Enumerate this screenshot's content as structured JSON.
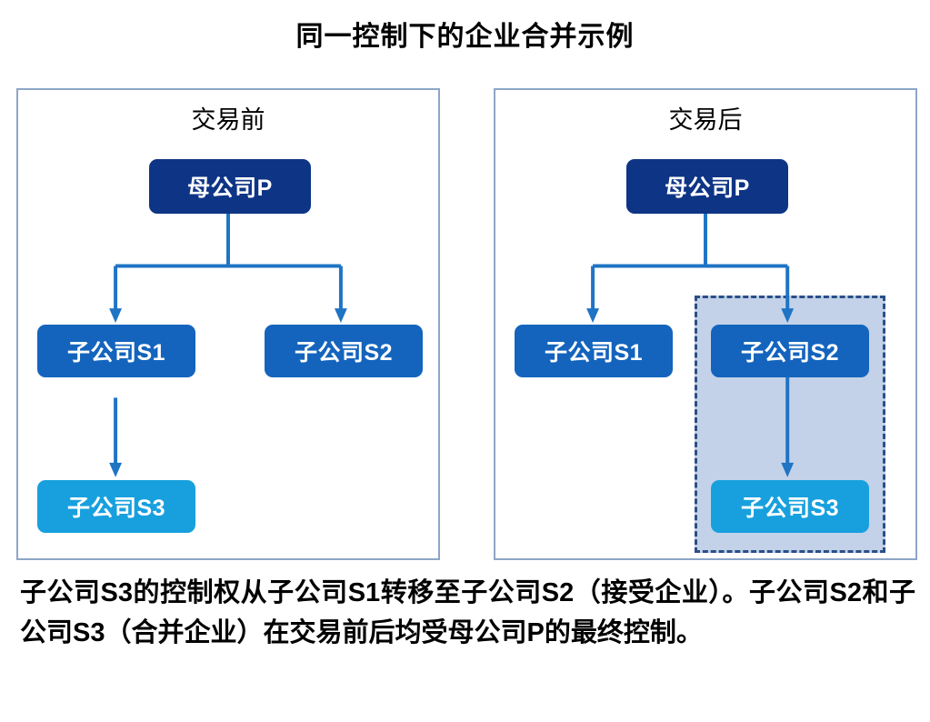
{
  "title": "同一控制下的企业合并示例",
  "colors": {
    "parent_box": "#0e3485",
    "subsidiary_box": "#1464bd",
    "merged_box": "#18a0de",
    "connector": "#1f74c4",
    "panel_border": "#8da6c8",
    "highlight_fill": "#c3d2e9",
    "highlight_border": "#2b4f86",
    "text_on_box": "#ffffff",
    "background": "#ffffff"
  },
  "panels": [
    {
      "id": "before",
      "title": "交易前",
      "nodes": {
        "parent": "母公司P",
        "sub1": "子公司S1",
        "sub2": "子公司S2",
        "sub3": "子公司S3"
      }
    },
    {
      "id": "after",
      "title": "交易后",
      "nodes": {
        "parent": "母公司P",
        "sub1": "子公司S1",
        "sub2": "子公司S2",
        "sub3": "子公司S3"
      }
    }
  ],
  "caption": "子公司S3的控制权从子公司S1转移至子公司S2（接受企业）。子公司S2和子公司S3（合并企业）在交易前后均受母公司P的最终控制。"
}
